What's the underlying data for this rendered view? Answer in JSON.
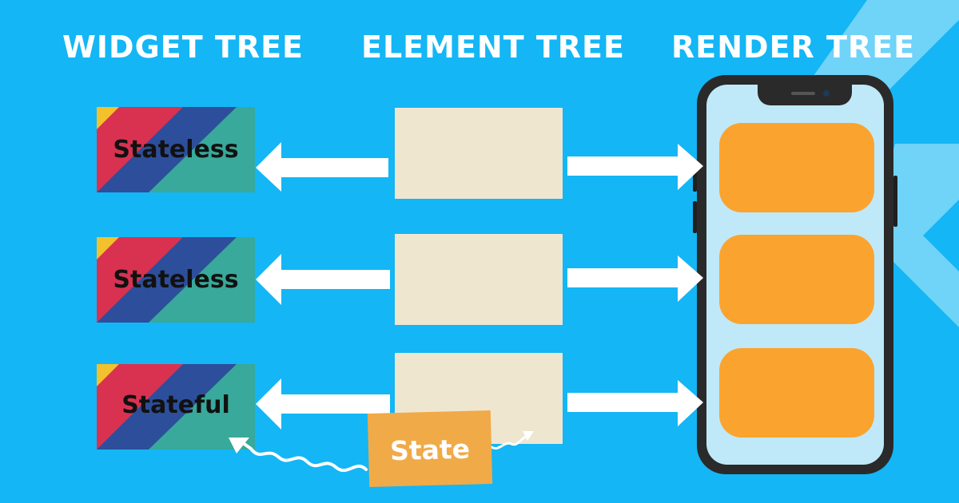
{
  "headings": {
    "widget_tree": "WIDGET TREE",
    "element_tree": "ELEMENT TREE",
    "render_tree": "RENDER TREE"
  },
  "widgets": [
    {
      "label": "Stateless"
    },
    {
      "label": "Stateless"
    },
    {
      "label": "Stateful"
    }
  ],
  "state": {
    "label": "State"
  },
  "colors": {
    "background": "#14b6f5",
    "widget_red": "#d93251",
    "widget_blue": "#2d4e9b",
    "widget_teal": "#38a99a",
    "widget_yellow": "#f3c12b",
    "element_box": "#efe6d0",
    "render_box": "#fba32f",
    "state_box": "#f0aa48",
    "phone_frame": "#2a2a2a",
    "phone_screen": "#bfe9f8",
    "arrow": "#ffffff"
  },
  "icons": [
    "flutter-logo-icon",
    "smartphone-icon",
    "arrow-left-icon",
    "arrow-right-icon",
    "squiggle-arrow-icon"
  ]
}
